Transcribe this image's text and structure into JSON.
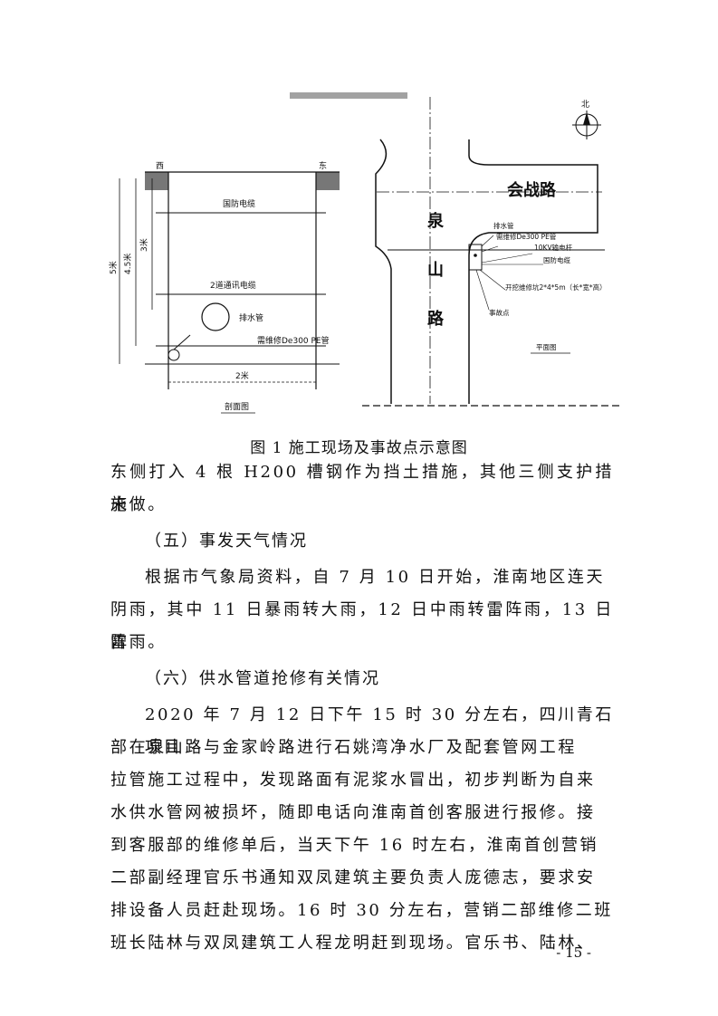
{
  "figure": {
    "caption": "图 1 施工现场及事故点示意图",
    "section": {
      "west": "西",
      "east": "东",
      "guofang": "国防电缆",
      "tongxun": "2道通讯电缆",
      "paishui": "排水管",
      "de300": "需维修De300 PE管",
      "depth_5m": "5米",
      "depth_45m": "4.5米",
      "depth_3m": "3米",
      "width_2m": "2米",
      "view_name": "剖面图"
    },
    "plan": {
      "north": "北",
      "huizhan": "会战路",
      "quanshan_1": "泉",
      "quanshan_2": "山",
      "quanshan_3": "路",
      "paishui": "排水管",
      "de300": "需维修De300 PE管",
      "pole": "10KV输电杆",
      "guofang": "国防电缆",
      "pit": "开挖维修坑2*4*5m（长*宽*高）",
      "accident": "事故点",
      "view_name": "平面图"
    }
  },
  "paragraphs": {
    "p1_line1": "东侧打入 4 根 H200 槽钢作为挡土措施，其他三侧支护措施",
    "p1_line2": "未做。",
    "heading5": "（五）事发天气情况",
    "p2_line1": "根据市气象局资料，自 7 月 10 日开始，淮南地区连天",
    "p2_line2": "阴雨，其中 11 日暴雨转大雨，12 日中雨转雷阵雨，13 日雷",
    "p2_line3": "阵雨。",
    "heading6": "（六）供水管道抢修有关情况",
    "p3_line1": "2020 年 7 月 12 日下午 15 时 30 分左右，四川青石项目",
    "p3_line2": "部在泉山路与金家岭路进行石姚湾净水厂及配套管网工程",
    "p3_line3": "拉管施工过程中，发现路面有泥浆水冒出，初步判断为自来",
    "p3_line4": "水供水管网被损坏，随即电话向淮南首创客服进行报修。接",
    "p3_line5": "到客服部的维修单后，当天下午 16 时左右，淮南首创营销",
    "p3_line6": "二部副经理官乐书通知双凤建筑主要负责人庞德志，要求安",
    "p3_line7": "排设备人员赶赴现场。16 时 30 分左右，营销二部维修二班",
    "p3_line8": "班长陆林与双凤建筑工人程龙明赶到现场。官乐书、陆林、"
  },
  "page_number": "- 15 -"
}
